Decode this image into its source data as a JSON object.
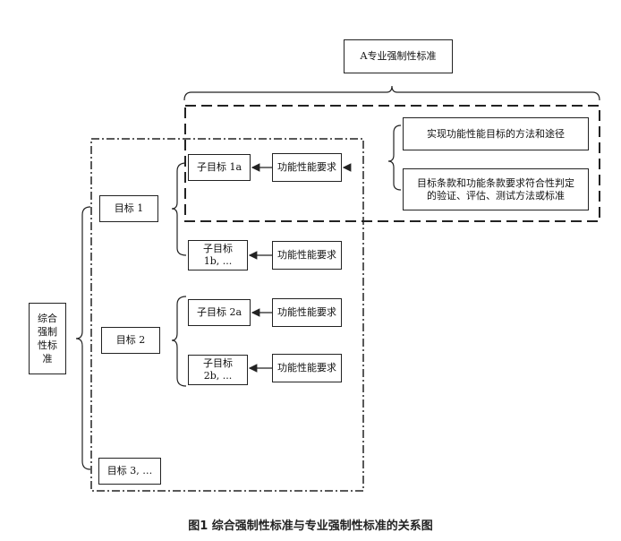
{
  "diagram": {
    "specialized_standard": "A专业强制性标准",
    "method_box": "实现功能性能目标的方法和途径",
    "verification_box": {
      "line1": "目标条款和功能条款要求符合性判定",
      "line2": "的验证、评估、测试方法或标准"
    },
    "comprehensive_standard": {
      "line1": "综合",
      "line2": "强制",
      "line3": "性标",
      "line4": "准"
    },
    "goal1": "目标 1",
    "goal2": "目标 2",
    "goal3": "目标 3, …",
    "subgoal_1a": "子目标 1a",
    "subgoal_1b": {
      "line1": "子目标",
      "line2": "1b, ..."
    },
    "subgoal_2a": "子目标 2a",
    "subgoal_2b": {
      "line1": "子目标",
      "line2": "2b, ..."
    },
    "requirement": "功能性能要求"
  },
  "caption": "图1 综合强制性标准与专业强制性标准的关系图"
}
